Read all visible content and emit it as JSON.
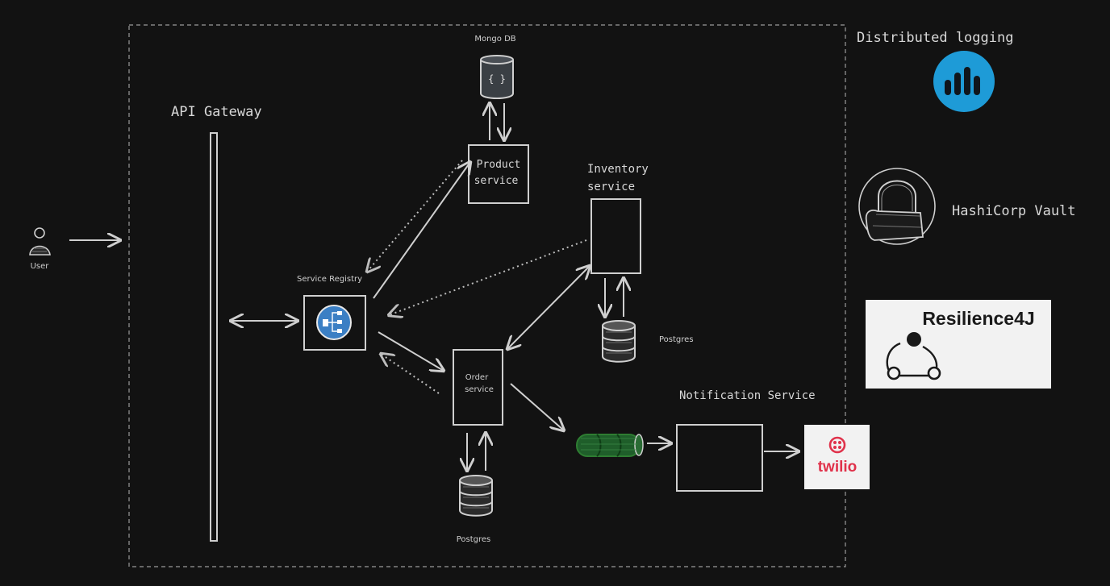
{
  "labels": {
    "user": "User",
    "api_gateway": "API Gateway",
    "service_registry": "Service Registry",
    "mongo_db": "Mongo DB",
    "product_service_line1": "Product",
    "product_service_line2": "service",
    "inventory_service_line1": "Inventory",
    "inventory_service_line2": "service",
    "order_service_line1": "Order",
    "order_service_line2": "service",
    "postgres_inventory": "Postgres",
    "postgres_order": "Postgres",
    "notification_service": "Notification Service",
    "distributed_logging": "Distributed logging",
    "vault": "HashiCorp Vault",
    "resilience4j": "Resilience4J",
    "twilio": "twilio",
    "mongo_glyph": "{ }"
  },
  "colors": {
    "background": "#121212",
    "stroke": "#cfcfcf",
    "logging_brand": "#1e9bd7",
    "registry_icon": "#3b7fc4",
    "queue_green": "#2e7d32",
    "twilio_red": "#e0324b"
  },
  "icons": {
    "user": "user-icon",
    "registry": "service-registry-icon",
    "mongo": "mongo-db-icon",
    "postgres": "database-icon",
    "logging": "logging-bars-icon",
    "vault": "lock-icon",
    "resilience": "resilience-graph-icon",
    "twilio": "twilio-logo",
    "queue": "message-queue-icon"
  }
}
